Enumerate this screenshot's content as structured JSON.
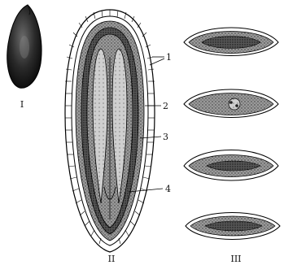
{
  "figure": {
    "panels": [
      {
        "id": "I",
        "label": "I",
        "description": "Intact fusiform seed, dark, speckled"
      },
      {
        "id": "II",
        "label": "II",
        "description": "Longitudinal section of a fusiform seed showing layered structure"
      },
      {
        "id": "III",
        "label": "III",
        "description": "Four transverse sections at different levels"
      }
    ],
    "callouts": [
      "1",
      "2",
      "3",
      "4"
    ]
  }
}
